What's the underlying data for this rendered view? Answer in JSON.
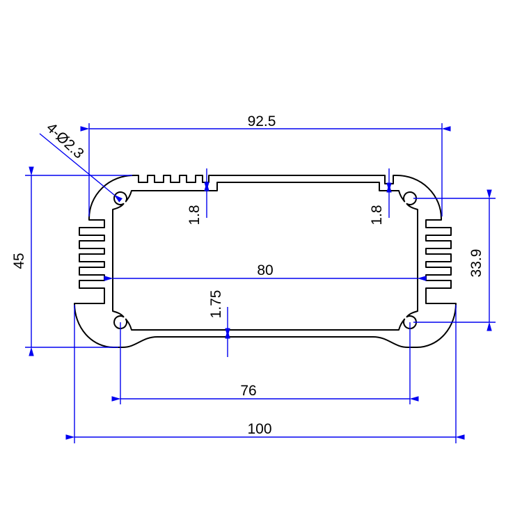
{
  "drawing": {
    "background": "#ffffff",
    "outline_color": "#000000",
    "dimension_color": "#0000f0",
    "dims": {
      "top_width": "92.5",
      "corner_holes": "4-Ø2.3",
      "overall_height": "45",
      "top_wall_left": "1.8",
      "top_wall_right": "1.8",
      "inner_width": "80",
      "boss_spacing_vertical": "33.9",
      "bottom_wall": "1.75",
      "boss_spacing_horizontal": "76",
      "overall_width": "100"
    }
  }
}
